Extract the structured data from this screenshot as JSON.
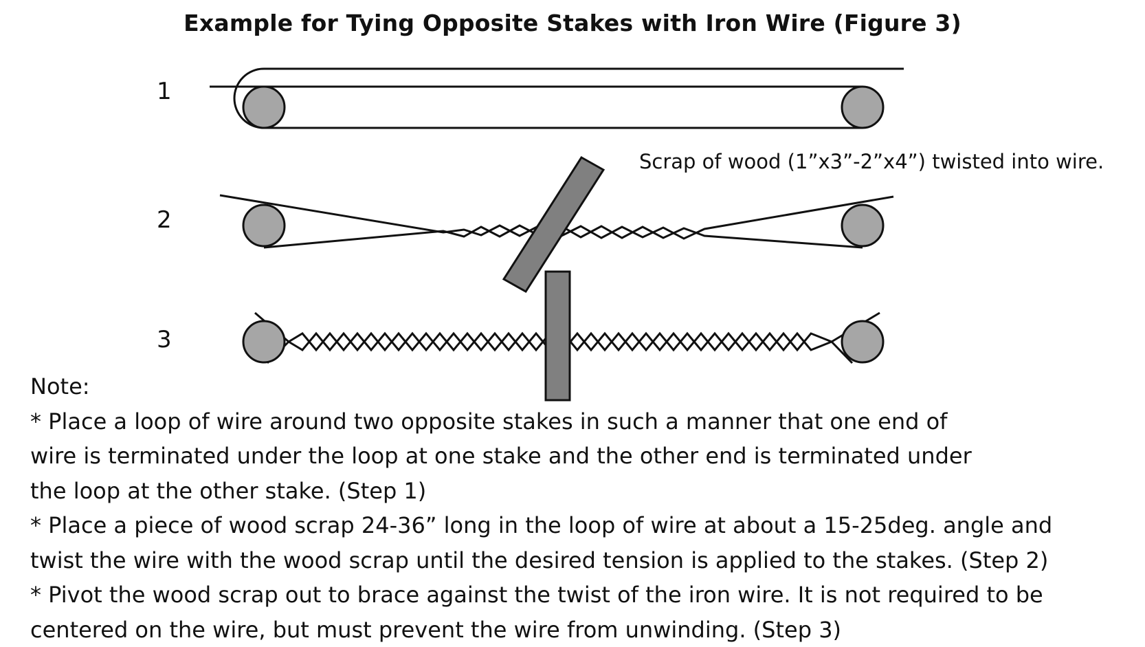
{
  "title": "Example for Tying Opposite Stakes with Iron Wire (Figure 3)",
  "steps": [
    "1",
    "2",
    "3"
  ],
  "callout": "Scrap of wood (1”x3”-2”x4”) twisted into wire.",
  "note_heading": "Note:",
  "note_lines": [
    "* Place a loop of wire around two opposite stakes in such a manner that one end of",
    "wire is terminated under the loop at one stake and the other end is terminated under",
    "the loop at the other stake.  (Step 1)",
    "* Place a piece of wood scrap 24-36” long in the loop of wire at about a 15-25deg. angle and",
    "twist the wire with the wood scrap until the desired tension is applied to the stakes. (Step 2)",
    "* Pivot the wood scrap out to brace against the twist of the iron wire.  It is not required to be",
    "centered on the wire, but must prevent the wire from unwinding.  (Step 3)"
  ],
  "colors": {
    "stake_fill": "#a6a6a6",
    "wood_fill": "#808080",
    "line": "#111111"
  }
}
